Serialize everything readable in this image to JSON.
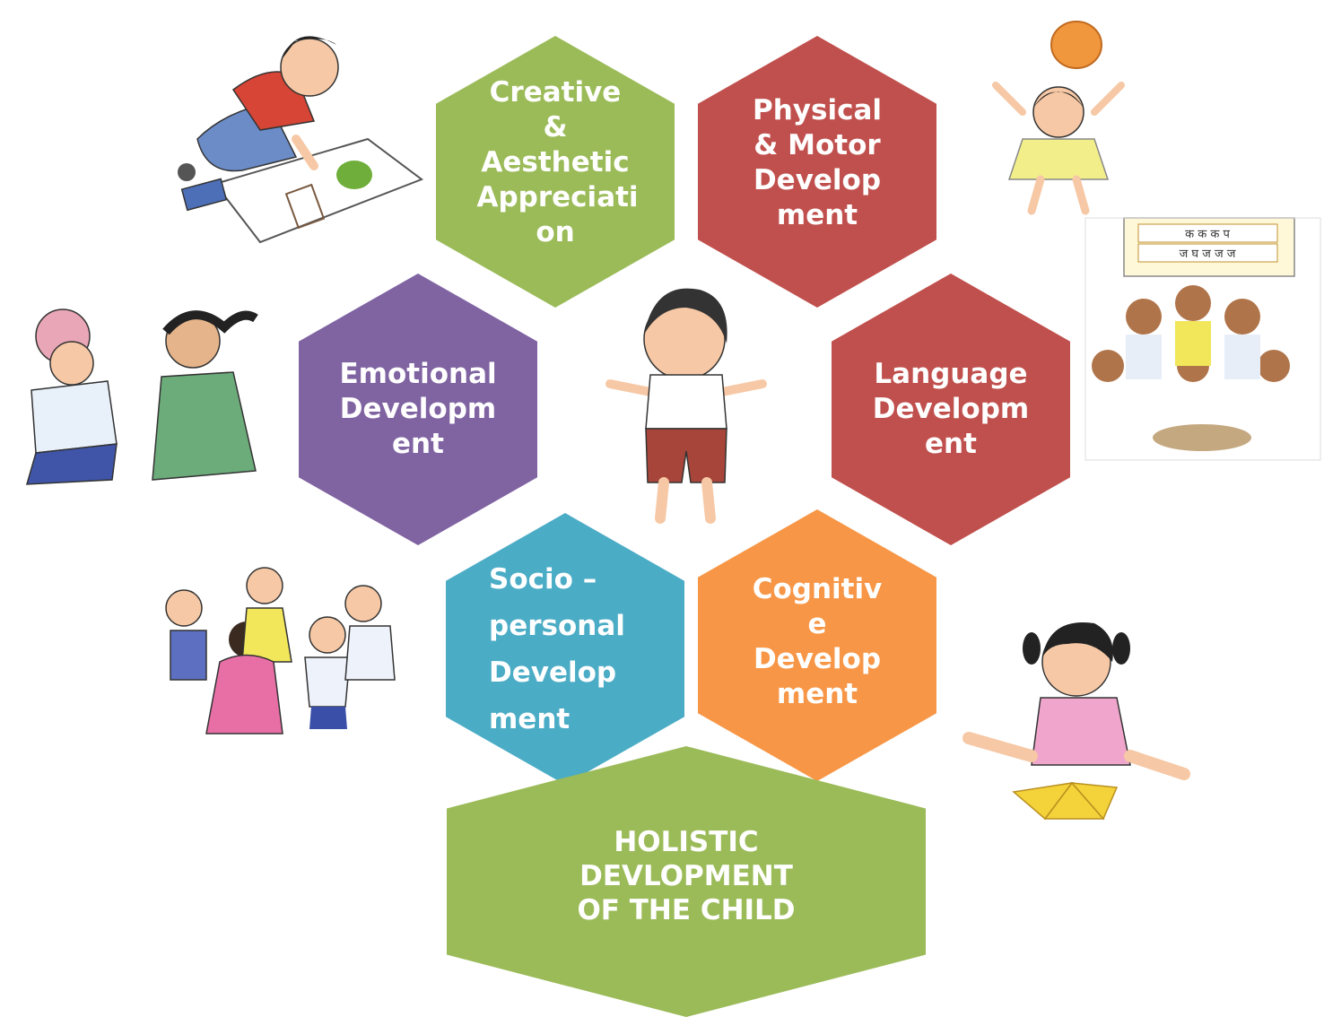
{
  "nodes": {
    "creative": "Creative\n&\nAesthetic\nAppreciati\non",
    "physical": "Physical\n& Motor\nDevelop\nment",
    "emotional": "Emotional\nDevelopm\nent",
    "language": "Language\nDevelopm\nent",
    "socio": "Socio –\n personal\nDevelop\nment",
    "cognitive": "Cognitiv\ne\nDevelop\nment",
    "holistic": "HOLISTIC\nDEVLOPMENT\nOF THE CHILD"
  },
  "colors": {
    "green": "#9bbb59",
    "red": "#c0504d",
    "purple": "#8064a2",
    "blue": "#4bacc6",
    "orange": "#f79646"
  },
  "illustrations": {
    "top_left": "child-painting-illustration",
    "top_right": "child-with-ball-illustration",
    "mid_left": "two-children-talking-illustration",
    "center": "standing-boy-illustration",
    "mid_right": "children-group-with-chart-illustration",
    "chart_text_row1": "क क क प",
    "chart_text_row2": "ज घ ज ज ज",
    "bottom_left": "children-playing-circle-illustration",
    "bottom_right": "girl-with-puzzle-illustration"
  }
}
